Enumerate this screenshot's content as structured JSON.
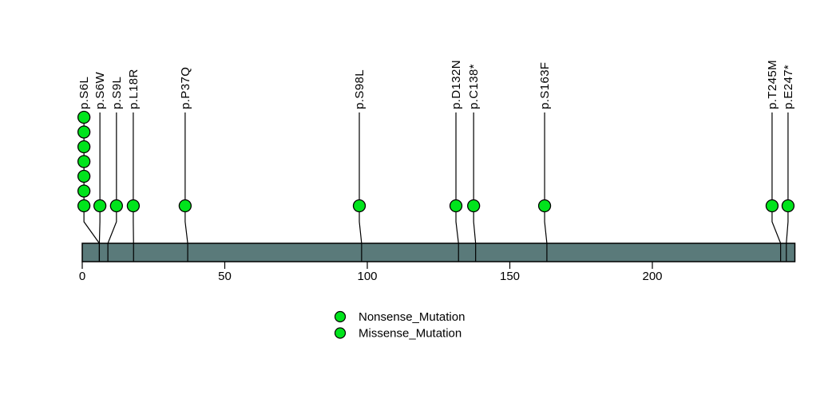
{
  "figure": {
    "background": "#ffffff",
    "kind": "protein lollipop mutation plot"
  },
  "colors": {
    "point_fill": "#00E41C",
    "point_border": "#000000",
    "stem": "#000000",
    "gene_bar_fill": "#5A7A7A",
    "gene_bar_border": "#000000",
    "text": "#000000"
  },
  "chart_data": {
    "type": "lollipop",
    "title": "",
    "xlabel": "",
    "ylabel": "",
    "xlim": [
      0,
      250
    ],
    "x_ticks": [
      0,
      50,
      100,
      150,
      200
    ],
    "grid": false,
    "gene_bar": {
      "start_aa": 0,
      "end_aa": 250
    },
    "mutations": [
      {
        "label": "p.S6L",
        "position_aa": 6,
        "count": 7,
        "type": "Missense_Mutation",
        "label_anchor_aa": 0.6
      },
      {
        "label": "p.S6W",
        "position_aa": 6,
        "count": 1,
        "type": "Missense_Mutation",
        "label_anchor_aa": 6.2
      },
      {
        "label": "p.S9L",
        "position_aa": 9,
        "count": 1,
        "type": "Missense_Mutation",
        "label_anchor_aa": 12.0
      },
      {
        "label": "p.L18R",
        "position_aa": 18,
        "count": 1,
        "type": "Missense_Mutation",
        "label_anchor_aa": 17.9
      },
      {
        "label": "p.P37Q",
        "position_aa": 37,
        "count": 1,
        "type": "Missense_Mutation",
        "label_anchor_aa": 36.1
      },
      {
        "label": "p.S98L",
        "position_aa": 98,
        "count": 1,
        "type": "Missense_Mutation",
        "label_anchor_aa": 97.2
      },
      {
        "label": "p.D132N",
        "position_aa": 132,
        "count": 1,
        "type": "Missense_Mutation",
        "label_anchor_aa": 131.1
      },
      {
        "label": "p.C138*",
        "position_aa": 138,
        "count": 1,
        "type": "Nonsense_Mutation",
        "label_anchor_aa": 137.3
      },
      {
        "label": "p.S163F",
        "position_aa": 163,
        "count": 1,
        "type": "Missense_Mutation",
        "label_anchor_aa": 162.2
      },
      {
        "label": "p.T245M",
        "position_aa": 245,
        "count": 1,
        "type": "Missense_Mutation",
        "label_anchor_aa": 242.0
      },
      {
        "label": "p.E247*",
        "position_aa": 247,
        "count": 1,
        "type": "Nonsense_Mutation",
        "label_anchor_aa": 247.6
      }
    ],
    "legend": {
      "position": "bottom-center",
      "entries": [
        {
          "label": "Nonsense_Mutation",
          "color": "#00E41C"
        },
        {
          "label": "Missense_Mutation",
          "color": "#00E41C"
        }
      ]
    }
  }
}
